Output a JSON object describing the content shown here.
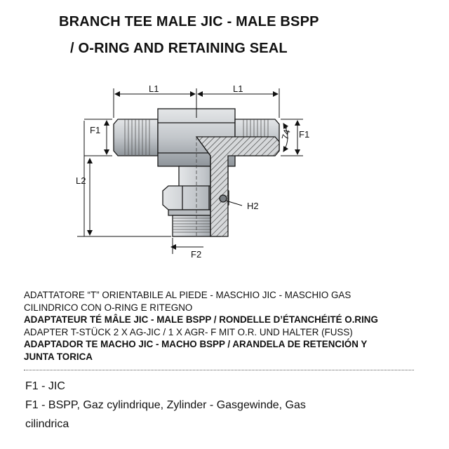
{
  "title": {
    "line1": "BRANCH TEE MALE JIC - MALE BSPP",
    "line2": "/ O-RING AND RETAINING SEAL"
  },
  "drawing": {
    "dim_l1_left": "L1",
    "dim_l1_right": "L1",
    "dim_f1_left": "F1",
    "dim_f1_right": "F1",
    "dim_l2": "L2",
    "dim_f2": "F2",
    "dim_h2": "H2",
    "angle": "74°",
    "colors": {
      "body": "#c9ccd0",
      "shade": "#9ea3a8",
      "outline": "#1a1a1a",
      "hatch": "#333333"
    }
  },
  "descriptions": [
    {
      "text": "ADATTATORE “T” ORIENTABILE AL PIEDE - MASCHIO JIC - MASCHIO GAS",
      "bold": false
    },
    {
      "text": "CILINDRICO CON O-RING E RITEGNO",
      "bold": false
    },
    {
      "text": "ADAPTATEUR TÉ MÂLE JIC -  MALE BSPP / RONDELLE D’ÉTANCHÉITÉ O.RING",
      "bold": true
    },
    {
      "text": "ADAPTER T-STÜCK 2 X AG-JIC / 1 X AGR- F MIT O.R. UND HALTER (FUSS)",
      "bold": false
    },
    {
      "text": "ADAPTADOR TE MACHO  JIC - MACHO BSPP / ARANDELA DE RETENCIÓN Y",
      "bold": true
    },
    {
      "text": "JUNTA TORICA",
      "bold": true
    }
  ],
  "notes": {
    "line1": "F1 - JIC",
    "line2": "F1 - BSPP,  Gaz cylindrique, Zylinder -  Gasgewinde, Gas",
    "line3": "cilindrica"
  }
}
